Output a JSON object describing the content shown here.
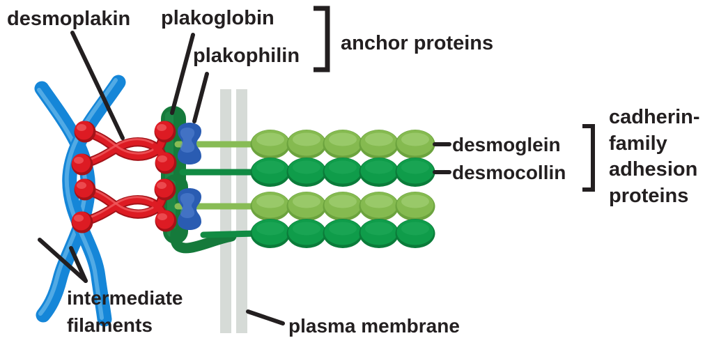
{
  "labels": {
    "desmoplakin": "desmoplakin",
    "plakoglobin": "plakoglobin",
    "plakophilin": "plakophilin",
    "anchor_proteins": "anchor proteins",
    "desmoglein": "desmoglein",
    "desmocollin": "desmocollin",
    "cadherin_family": [
      "cadherin-",
      "family",
      "adhesion",
      "proteins"
    ],
    "intermediate_filaments": [
      "intermediate",
      "filaments"
    ],
    "plasma_membrane": "plasma membrane"
  },
  "colors": {
    "background": "#ffffff",
    "text": "#231f20",
    "filament_blue": "#1586d8",
    "filament_blue_highlight": "#5cb0e8",
    "desmoplakin_red": "#dd1b23",
    "desmoplakin_red_dark": "#a41218",
    "desmoplakin_red_highlight": "#f05a5e",
    "plakoglobin_green": "#157a3b",
    "plakoglobin_green_highlight": "#249150",
    "plakophilin_blue": "#2a5cb2",
    "plakophilin_blue_highlight": "#5585d4",
    "desmoglein_green": "#85ba50",
    "desmoglein_green_dark": "#6ca33e",
    "desmoglein_green_light": "#9ccb6d",
    "desmoglein_stem": "#88bc55",
    "desmocollin_green": "#0f9c4a",
    "desmocollin_green_dark": "#0b7c3a",
    "desmocollin_green_light": "#23ab5b",
    "desmocollin_stem": "#118b43",
    "membrane_gray": "#d6dbd7"
  }
}
